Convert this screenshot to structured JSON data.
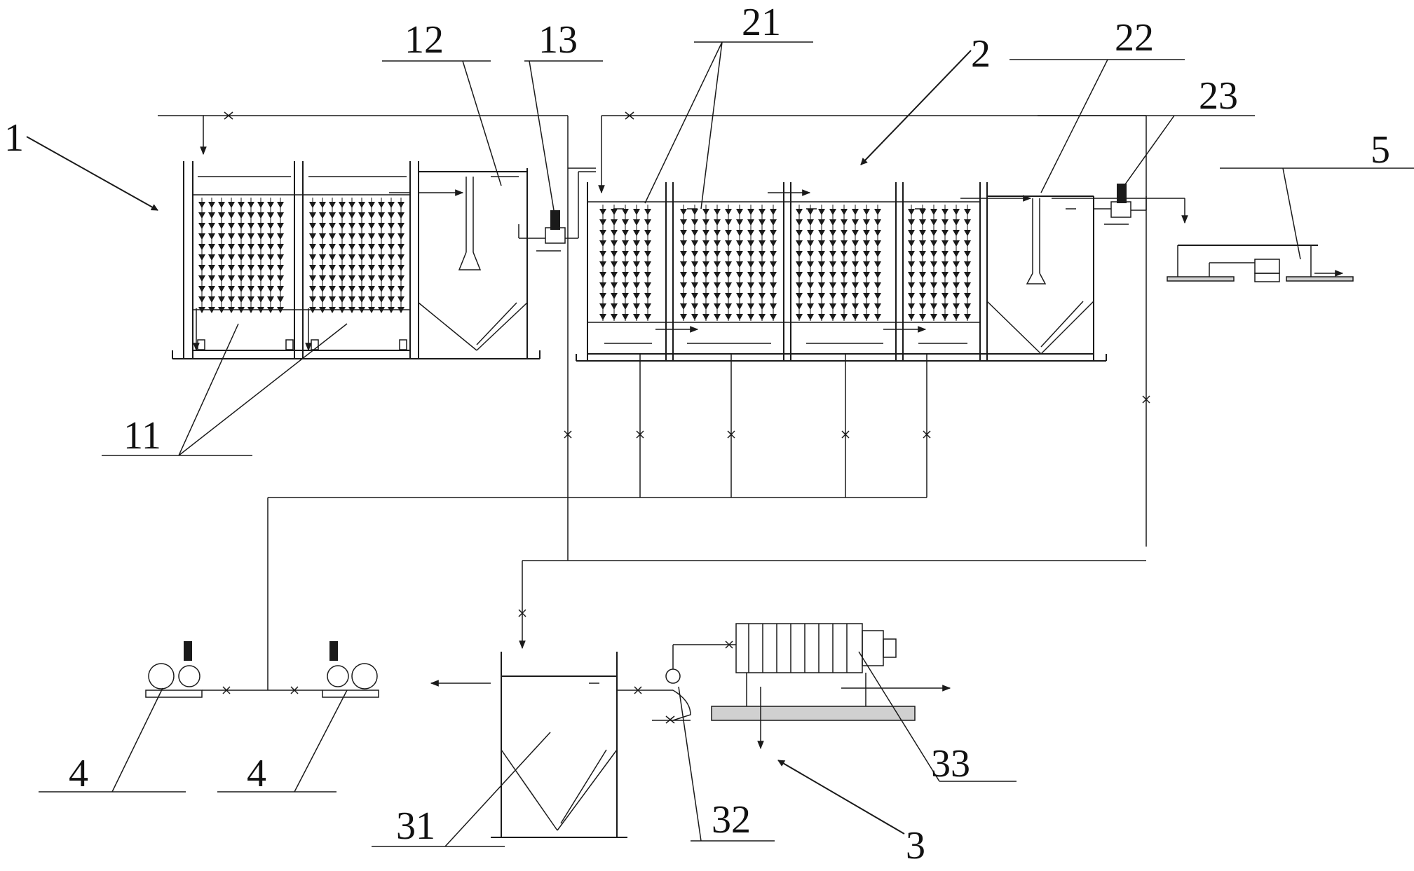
{
  "labels": {
    "l1": "1",
    "l2": "2",
    "l3": "3",
    "l4a": "4",
    "l4b": "4",
    "l5": "5",
    "l11": "11",
    "l12": "12",
    "l13": "13",
    "l21": "21",
    "l22": "22",
    "l23": "23",
    "l31": "31",
    "l32": "32",
    "l33": "33"
  }
}
